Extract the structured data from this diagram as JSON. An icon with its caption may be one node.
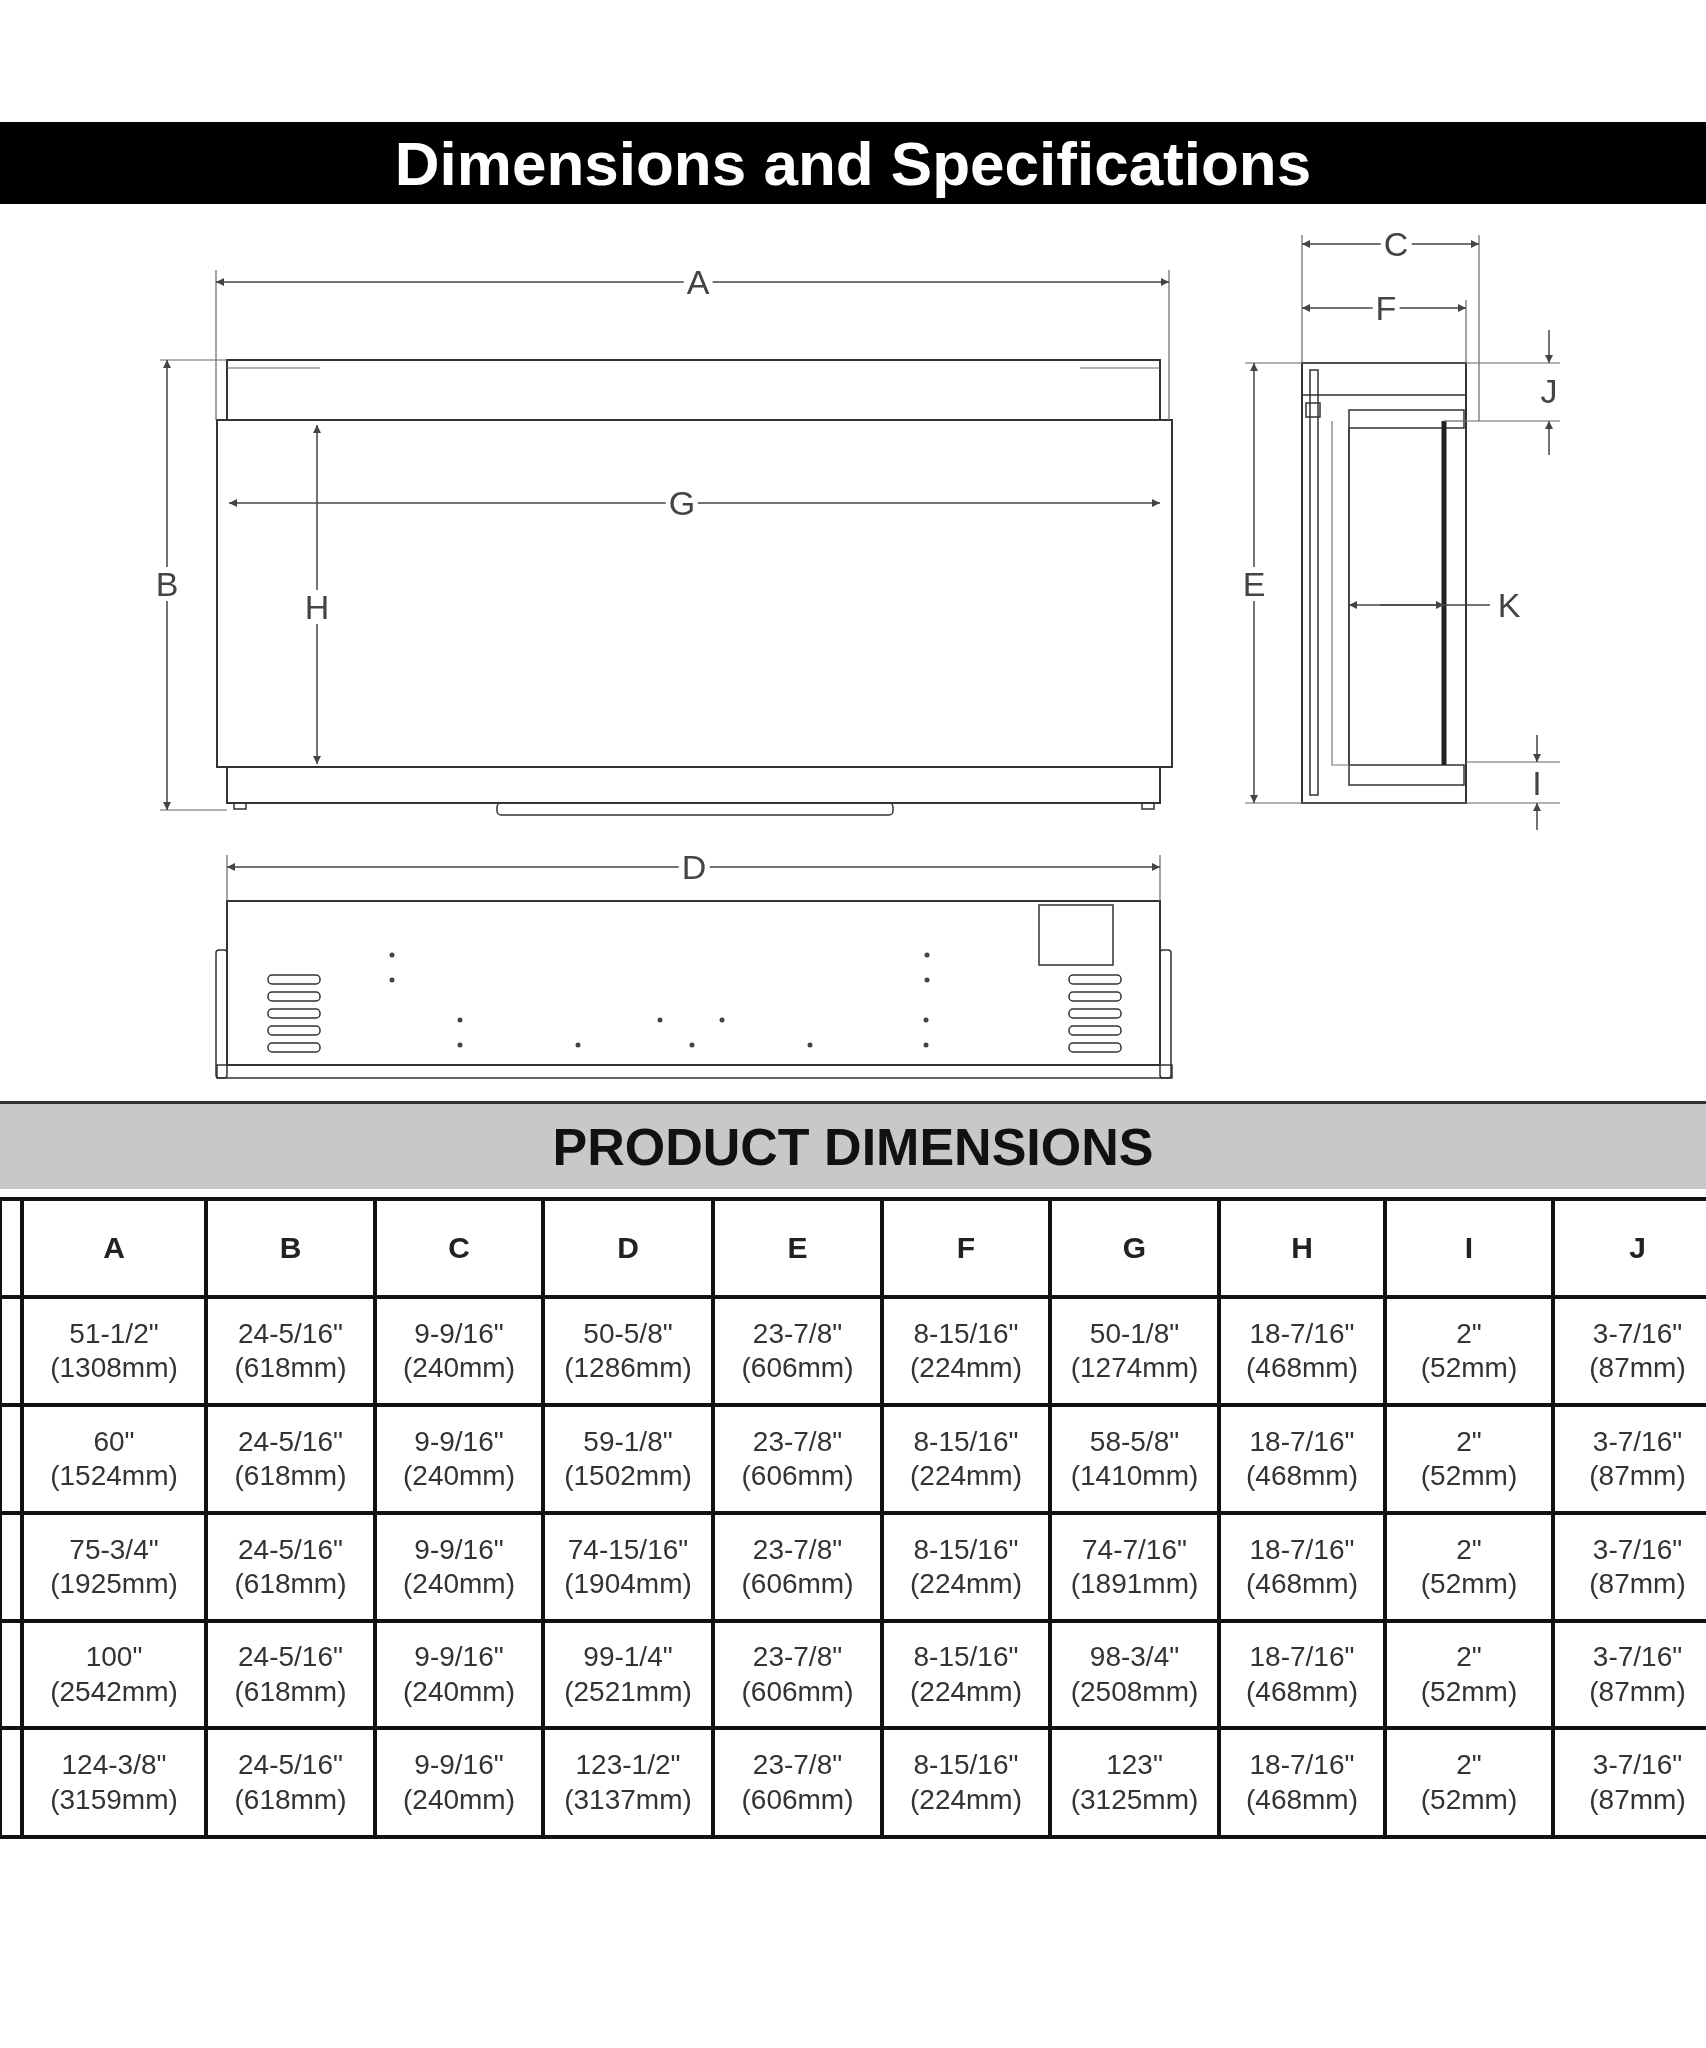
{
  "diagram": {
    "title": "Dimensions and Specifications",
    "labels": [
      "A",
      "G",
      "B",
      "H",
      "C",
      "F",
      "J",
      "E",
      "K",
      "I",
      "D",
      "PRODUCT DIMENSIONS",
      "A",
      "B",
      "C",
      "D",
      "E",
      "F",
      "G",
      "H",
      "I",
      "J",
      "51-1/2\" (1308mm)",
      "24-5/16\" (618mm)",
      "9-9/16\" (240mm)",
      "50-5/8\" (1286mm)",
      "23-7/8\" (606mm)",
      "8-15/16\" (224mm)",
      "50-1/8\" (1274mm)",
      "18-7/16\" (468mm)",
      "2\" (52mm)",
      "3-7/16\" (87mm)",
      "60\" (1524mm)",
      "24-5/16\" (618mm)",
      "9-9/16\" (240mm)",
      "59-1/8\" (1502mm)",
      "23-7/8\" (606mm)",
      "8-15/16\" (224mm)",
      "58-5/8\" (1410mm)",
      "18-7/16\" (468mm)",
      "2\" (52mm)",
      "3-7/16\" (87mm)",
      "75-3/4\" (1925mm)",
      "24-5/16\" (618mm)",
      "9-9/16\" (240mm)",
      "74-15/16\" (1904mm)",
      "23-7/8\" (606mm)",
      "8-15/16\" (224mm)",
      "74-7/16\" (1891mm)",
      "18-7/16\" (468mm)",
      "2\" (52mm)",
      "3-7/16\" (87mm)",
      "100\" (2542mm)",
      "24-5/16\" (618mm)",
      "9-9/16\" (240mm)",
      "99-1/4\" (2521mm)",
      "23-7/8\" (606mm)",
      "8-15/16\" (224mm)",
      "98-3/4\" (2508mm)",
      "18-7/16\" (468mm)",
      "2\" (52mm)",
      "3-7/16\" (87mm)",
      "124-3/8\" (3159mm)",
      "24-5/16\" (618mm)",
      "9-9/16\" (240mm)",
      "123-1/2\" (3137mm)",
      "23-7/8\" (606mm)",
      "8-15/16\" (224mm)",
      "123\" (3125mm)",
      "18-7/16\" (468mm)",
      "2\" (52mm)",
      "3-7/16\" (87mm)"
    ]
  }
}
